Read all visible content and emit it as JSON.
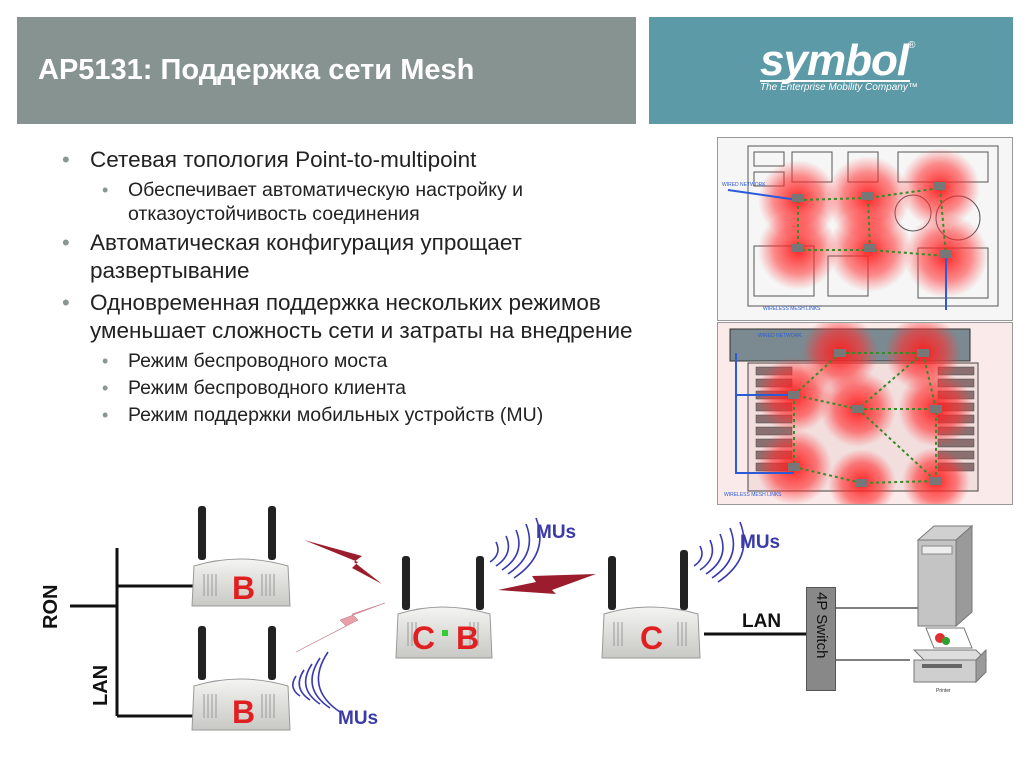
{
  "slide": {
    "title": "AP5131: Поддержка сети Mesh"
  },
  "logo": {
    "brand": "symbol",
    "reg": "®",
    "tagline": "The Enterprise Mobility Company™"
  },
  "bullets": [
    {
      "level": 1,
      "text": "Сетевая топология Point-to-multipoint"
    },
    {
      "level": 2,
      "text": "Обеспечивает автоматическую настройку и отказоустойчивость соединения"
    },
    {
      "level": 1,
      "text": "Автоматическая конфигурация упрощает развертывание"
    },
    {
      "level": 1,
      "text": "Одновременная поддержка нескольких режимов уменьшает сложность сети и затраты на внедрение"
    },
    {
      "level": 2,
      "text": "Режим беспроводного моста"
    },
    {
      "level": 2,
      "text": "Режим беспроводного клиента"
    },
    {
      "level": 2,
      "text": "Режим поддержки мобильных устройств (MU)"
    }
  ],
  "floorplans": {
    "top": {
      "wired": "WIRED NETWORK",
      "wireless": "WIRELESS MESH LINKS"
    },
    "bottom": {
      "wired": "WIRED NETWORK",
      "wireless": "WIRELESS MESH LINKS"
    }
  },
  "diagram": {
    "ron_label": "RON",
    "lan_left_label": "LAN",
    "lan_right_label": "LAN",
    "switch_label": "4P Switch",
    "mus_label": "MUs",
    "ap_top_left_letter": "B",
    "ap_bottom_left_letter": "B",
    "ap_center_letter_c": "C",
    "ap_center_letter_b": "B",
    "ap_right_letter": "C",
    "printer_caption": "Printer",
    "colors": {
      "bridge_bolt": "#9b1c2c",
      "bolt_light": "#e8a0a8",
      "mu_waves": "#3a3ab0",
      "letters": "#e02020"
    }
  }
}
